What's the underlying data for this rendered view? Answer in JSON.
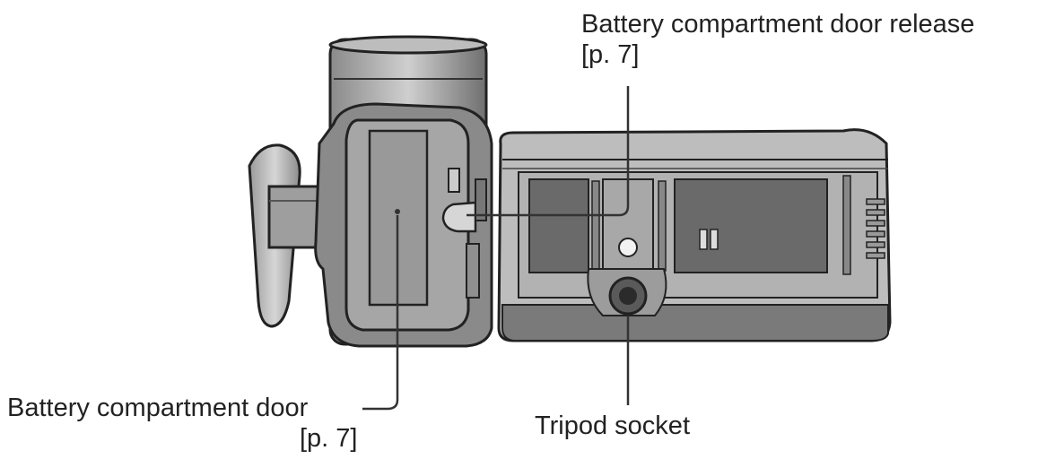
{
  "callouts": {
    "release": {
      "title": "Battery compartment door release",
      "ref": "[p. 7]"
    },
    "door": {
      "title": "Battery compartment door",
      "ref": "[p. 7]"
    },
    "tripod": {
      "title": "Tripod socket"
    }
  },
  "colors": {
    "body_dark": "#3a3a3a",
    "body_mid": "#7b7b7b",
    "body_light": "#b9b9b9",
    "leader_line": "#333333",
    "text": "#222222"
  }
}
